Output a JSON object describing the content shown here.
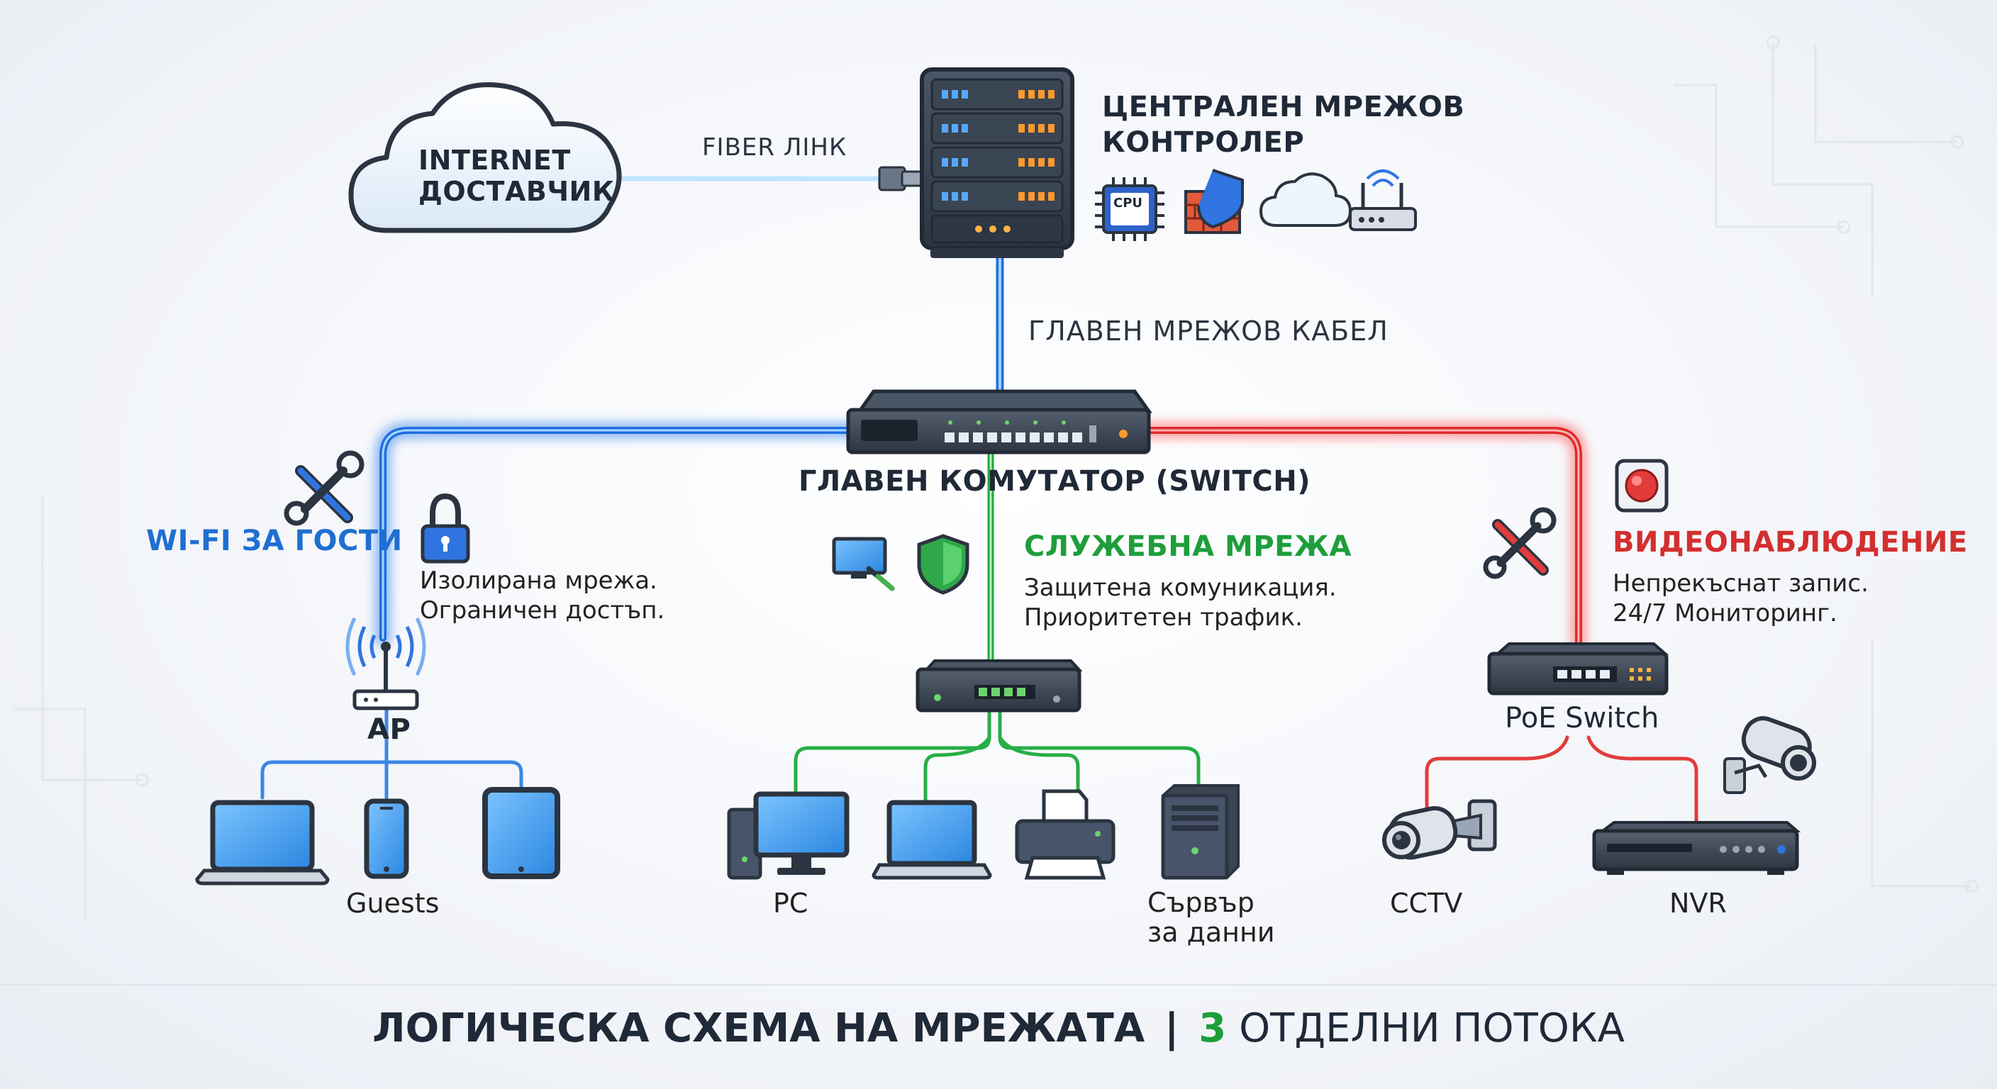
{
  "title": {
    "main": "ЛОГИЧЕСКА СХЕМА НА МРЕЖАТА",
    "sep": "|",
    "num": "3",
    "rest": "ОТДЕЛНИ ПОТОКА",
    "num_color": "#1e9e3a"
  },
  "internet": {
    "line1": "INTERNET",
    "line2": "ДОСТАВЧИК"
  },
  "fiber_label": "FIBER ЛІНК",
  "controller": {
    "line1": "ЦЕНТРАЛЕН МРЕЖОВ",
    "line2": "КОНТРОЛЕР",
    "cpu_text": "CPU",
    "icons": [
      "cpu-icon",
      "firewall-icon",
      "cloud-icon",
      "router-icon"
    ]
  },
  "main_cable_label": "ГЛАВЕН МРЕЖОВ КАБЕЛ",
  "main_switch_label": "ГЛАВЕН КОМУТАТОР (SWITCH)",
  "guest": {
    "heading": "WI-FI ЗА ГОСТИ",
    "line1": "Изолирана мрежа.",
    "line2": "Ограничен достъп.",
    "ap_label": "AP",
    "devices_label": "Guests",
    "color": "#1f6fd1",
    "icons": [
      "tools-icon",
      "padlock-icon",
      "wifi-ap-icon",
      "laptop-icon",
      "phone-icon",
      "tablet-icon"
    ]
  },
  "office": {
    "heading": "СЛУЖЕБНА МРЕЖА",
    "line1": "Защитена комуникация.",
    "line2": "Приоритетен трафик.",
    "pc_label": "PC",
    "server_label_1": "Сървър",
    "server_label_2": "за данни",
    "color": "#1e9e3a",
    "icons": [
      "monitor-icon",
      "shield-icon",
      "desktop-pc-icon",
      "laptop-icon",
      "printer-icon",
      "server-tower-icon"
    ]
  },
  "cctv": {
    "heading": "ВИДЕОНАБЛЮДЕНИЕ",
    "line1": "Непрекъснат запис.",
    "line2": "24/7 Мониторинг.",
    "poe_label": "PoE Switch",
    "camera_label": "CCTV",
    "nvr_label": "NVR",
    "color": "#d32f2f",
    "icons": [
      "record-button-icon",
      "tools-icon",
      "cctv-camera-icon",
      "nvr-recorder-icon"
    ]
  },
  "colors": {
    "blue": "#1f6fd1",
    "green": "#1e9e3a",
    "red": "#d32f2f",
    "dark": "#1f2937"
  }
}
